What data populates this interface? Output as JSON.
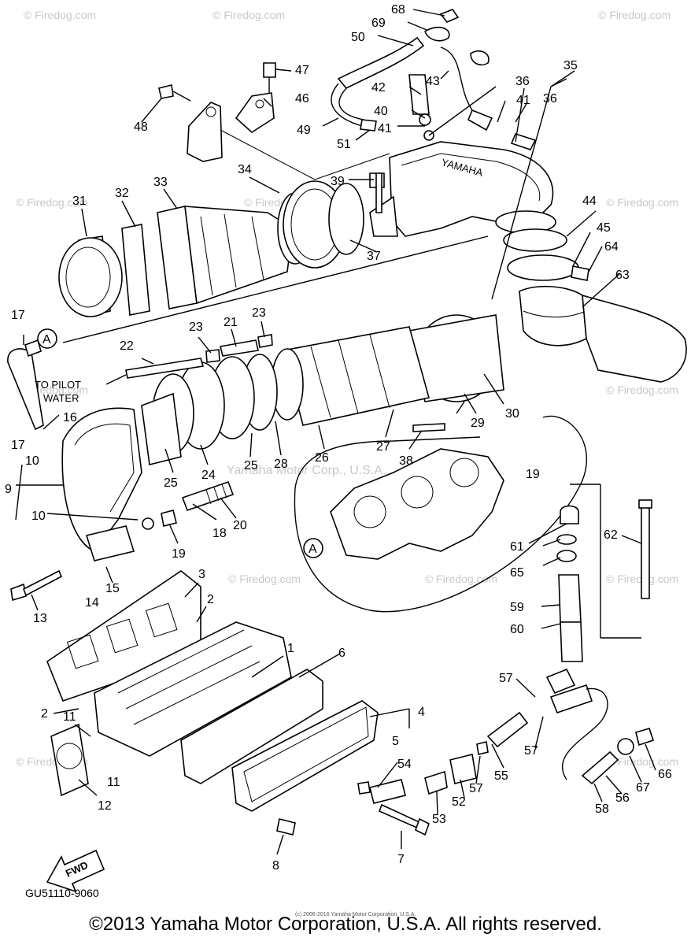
{
  "watermark": "© Firedog.com",
  "center_watermark": "Yamaha Motor Corp., U.S.A.",
  "pilot_water_label_1": "TO PILOT",
  "pilot_water_label_2": "WATER",
  "fwd_label": "FWD",
  "ref_a": "A",
  "brand_text": "YAMAHA",
  "drawing_code": "GU51110-9060",
  "small_print": "(c) 2006-2016 Yamaha Motor Corporation, U.S.A.",
  "copyright": "©2013 Yamaha Motor Corporation, U.S.A. All rights reserved.",
  "callouts": [
    "1",
    "2",
    "3",
    "4",
    "5",
    "6",
    "7",
    "8",
    "9",
    "10",
    "11",
    "12",
    "13",
    "14",
    "15",
    "16",
    "17",
    "18",
    "19",
    "20",
    "21",
    "22",
    "23",
    "24",
    "25",
    "26",
    "27",
    "28",
    "29",
    "30",
    "31",
    "32",
    "33",
    "34",
    "35",
    "36",
    "37",
    "38",
    "39",
    "40",
    "41",
    "42",
    "43",
    "44",
    "45",
    "46",
    "47",
    "48",
    "49",
    "50",
    "51",
    "52",
    "53",
    "54",
    "55",
    "56",
    "57",
    "58",
    "59",
    "60",
    "61",
    "62",
    "63",
    "64",
    "65",
    "66",
    "67",
    "68",
    "69"
  ]
}
